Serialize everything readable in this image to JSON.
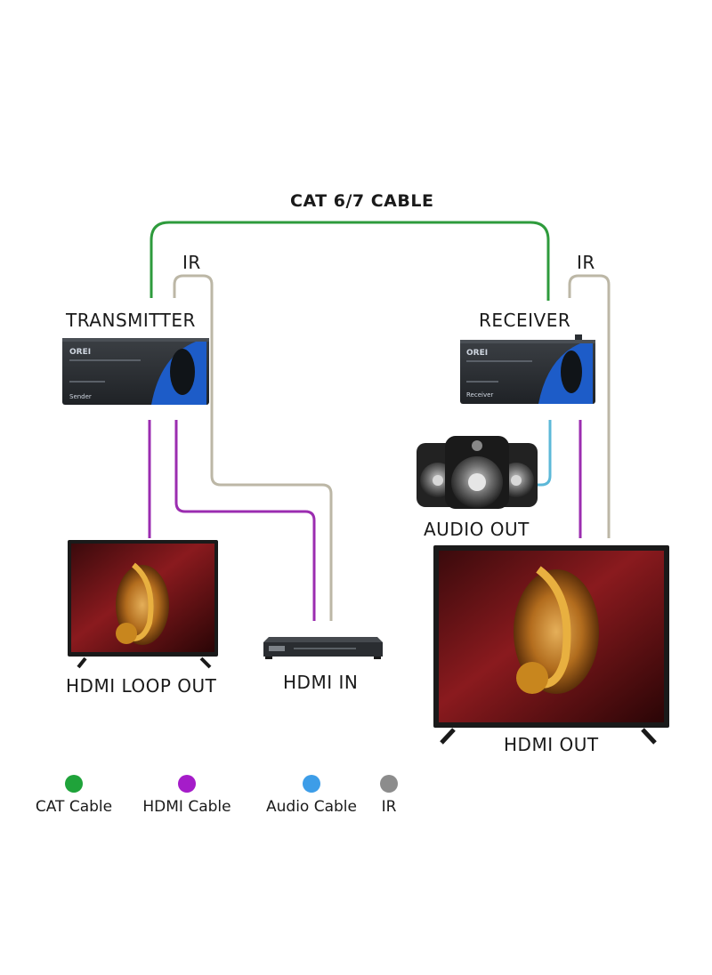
{
  "title": "CAT 6/7 CABLE",
  "labels": {
    "ir_left": "IR",
    "ir_right": "IR",
    "transmitter": "TRANSMITTER",
    "receiver": "RECEIVER",
    "audio_out": "AUDIO OUT",
    "hdmi_loop_out": "HDMI LOOP OUT",
    "hdmi_in": "HDMI IN",
    "hdmi_out": "HDMI OUT"
  },
  "devices": {
    "brand": "OREI",
    "transmitter_caption": "Sender",
    "receiver_caption": "Receiver"
  },
  "legend": [
    {
      "label": "CAT Cable",
      "color": "#1fa33a"
    },
    {
      "label": "HDMI Cable",
      "color": "#a51cc9"
    },
    {
      "label": "Audio Cable",
      "color": "#3d9de8"
    },
    {
      "label": "IR",
      "color": "#8c8c8c"
    }
  ],
  "colors": {
    "cat": "#2e9b3c",
    "hdmi": "#9b2db0",
    "audio": "#5cb8d8",
    "ir": "#bcb7a6",
    "device_body": "#2b2f33",
    "device_accent": "#1d5cc8"
  }
}
